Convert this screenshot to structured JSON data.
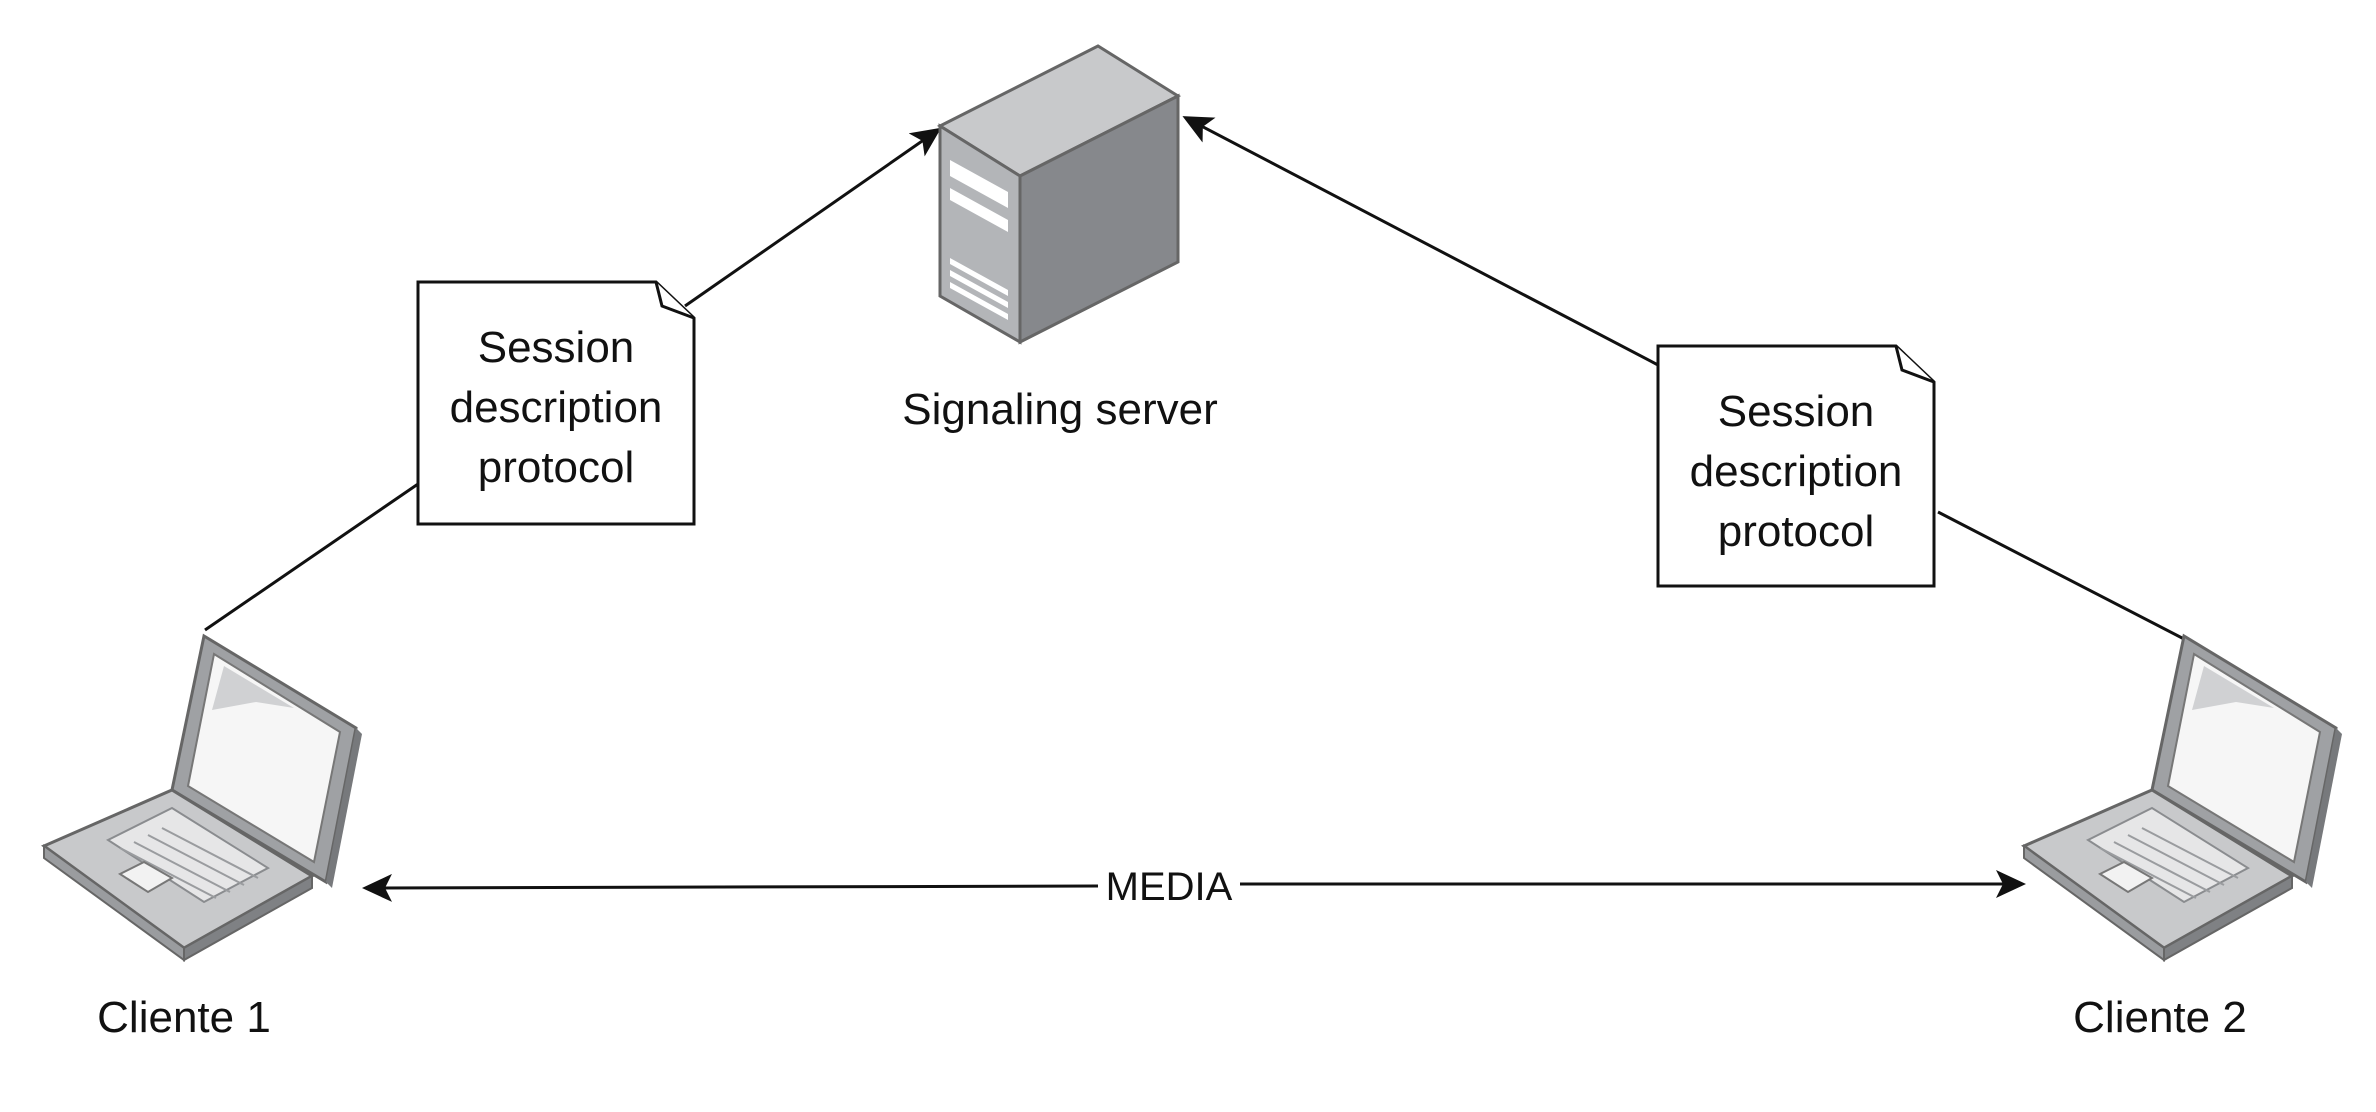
{
  "server": {
    "label": "Signaling server",
    "icon": "server-icon"
  },
  "clients": [
    {
      "label": "Cliente 1",
      "icon": "laptop-icon"
    },
    {
      "label": "Cliente 2",
      "icon": "laptop-icon"
    }
  ],
  "notes": [
    {
      "lines": [
        "Session",
        "description",
        "protocol"
      ]
    },
    {
      "lines": [
        "Session",
        "description",
        "protocol"
      ]
    }
  ],
  "media_link": {
    "label": "MEDIA"
  },
  "colors": {
    "stroke": "#111111",
    "device_light": "#c8c9cb",
    "device_mid": "#a2a4a7",
    "device_dark": "#77797c",
    "screen": "#f4f4f4"
  }
}
